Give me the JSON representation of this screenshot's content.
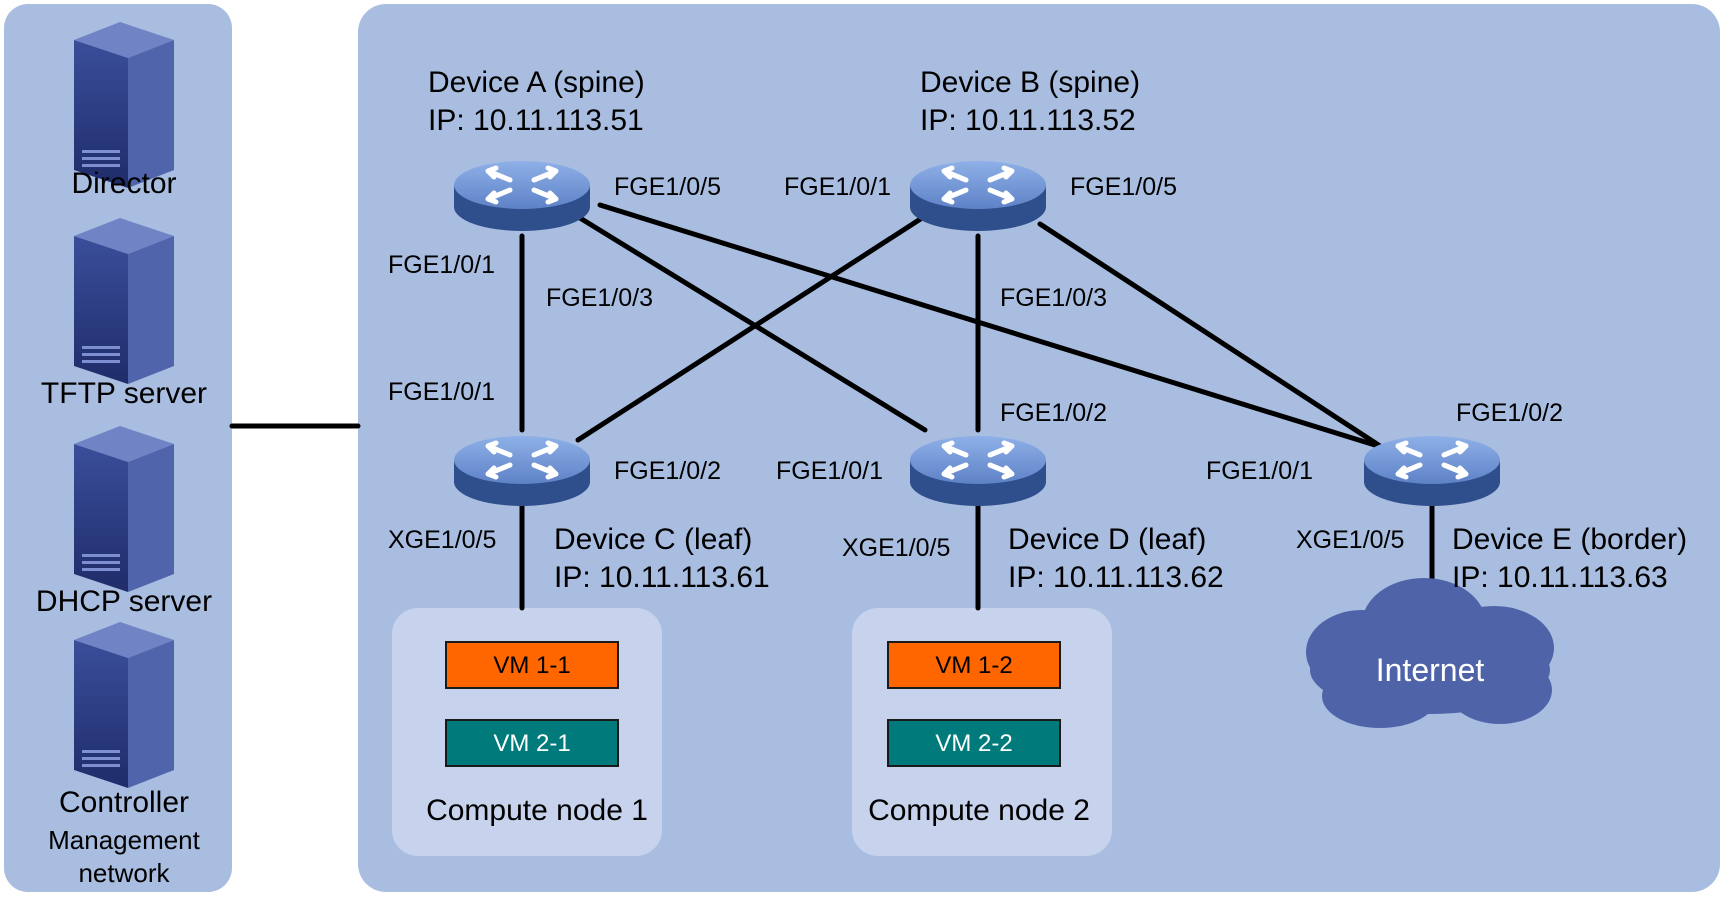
{
  "management_network": {
    "label_line1": "Management",
    "label_line2": "network",
    "servers": [
      {
        "label": "Director"
      },
      {
        "label": "TFTP server"
      },
      {
        "label": "DHCP server"
      },
      {
        "label": "Controller"
      }
    ]
  },
  "devices": {
    "a": {
      "name": "Device A (spine)",
      "ip": "IP: 10.11.113.51"
    },
    "b": {
      "name": "Device B (spine)",
      "ip": "IP: 10.11.113.52"
    },
    "c": {
      "name": "Device C (leaf)",
      "ip": "IP: 10.11.113.61"
    },
    "d": {
      "name": "Device D (leaf)",
      "ip": "IP: 10.11.113.62"
    },
    "e": {
      "name": "Device E (border)",
      "ip": "IP: 10.11.113.63"
    }
  },
  "ports": {
    "a_fge105": "FGE1/0/5",
    "a_fge101": "FGE1/0/1",
    "a_fge103": "FGE1/0/3",
    "b_fge101": "FGE1/0/1",
    "b_fge105": "FGE1/0/5",
    "b_fge103": "FGE1/0/3",
    "c_fge101": "FGE1/0/1",
    "c_fge102": "FGE1/0/2",
    "c_xge105": "XGE1/0/5",
    "d_fge102": "FGE1/0/2",
    "d_fge101": "FGE1/0/1",
    "d_xge105": "XGE1/0/5",
    "e_fge102": "FGE1/0/2",
    "e_fge101": "FGE1/0/1",
    "e_xge105": "XGE1/0/5"
  },
  "compute_nodes": [
    {
      "label": "Compute node 1",
      "vms": [
        "VM 1-1",
        "VM 2-1"
      ]
    },
    {
      "label": "Compute node 2",
      "vms": [
        "VM 1-2",
        "VM 2-2"
      ]
    }
  ],
  "internet": {
    "label": "Internet"
  },
  "colors": {
    "panel": "#a8bde0",
    "compute_box": "#c7d3ec",
    "vm_orange": "#ff6600",
    "vm_teal": "#007a7a",
    "switch": "#5a7cc0",
    "cloud": "#4f63a8",
    "line": "#000000"
  }
}
